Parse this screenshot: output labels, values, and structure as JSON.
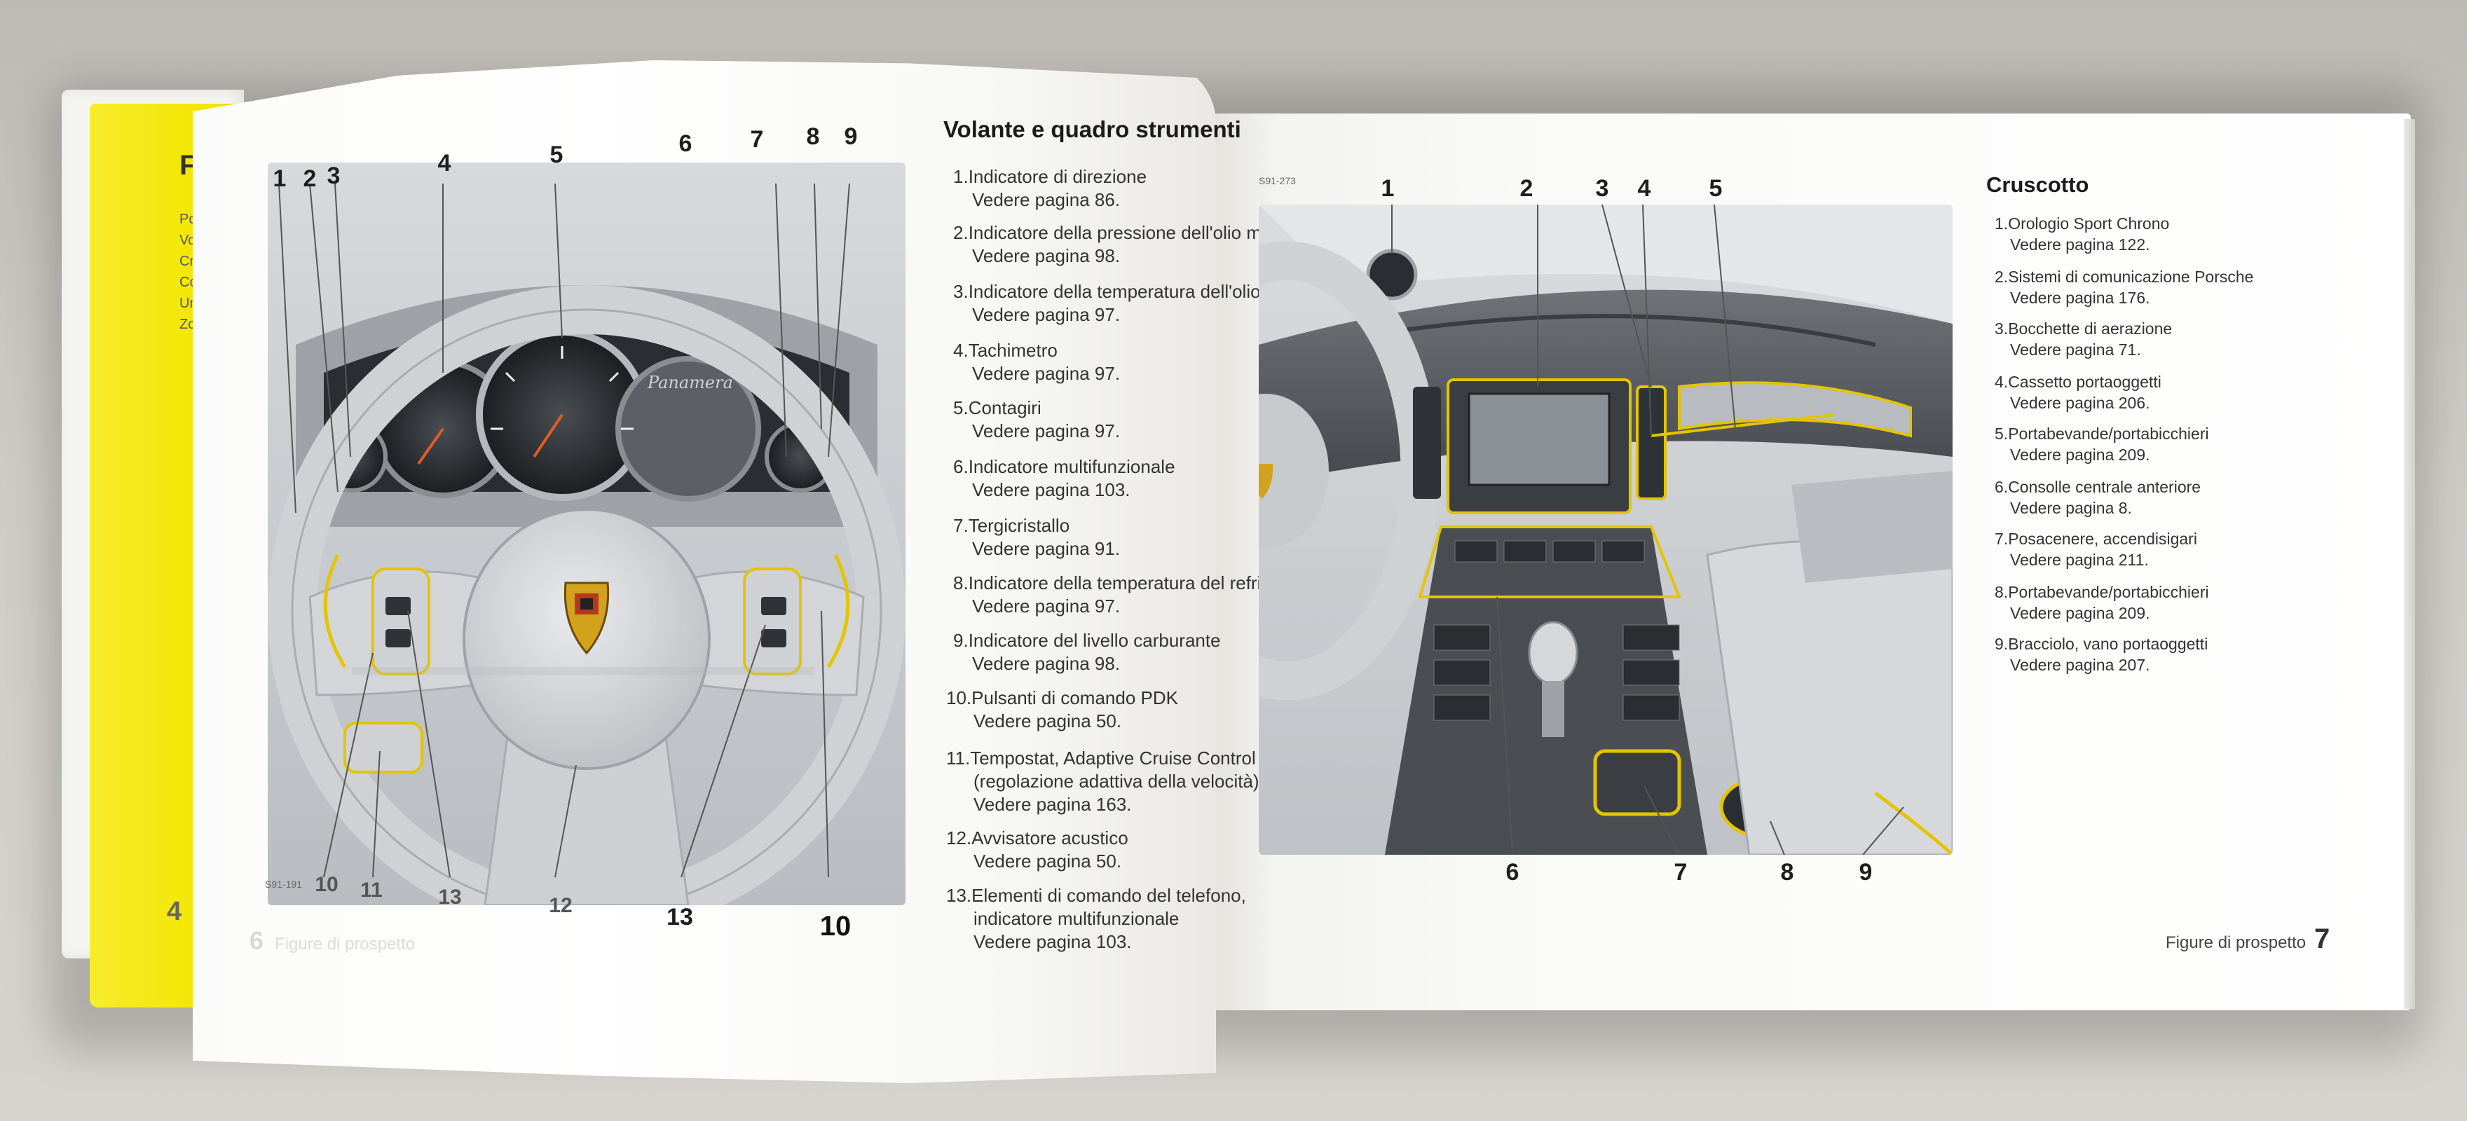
{
  "left_page": {
    "title": "Volante e quadro strumenti",
    "figure_code": "S91-191",
    "callouts_top": [
      "1",
      "2",
      "3",
      "4",
      "5",
      "6",
      "7",
      "8",
      "9"
    ],
    "callouts_bottom": [
      "10",
      "11",
      "13",
      "12",
      "13",
      "10"
    ],
    "gauge_brand": "Panamera",
    "items": [
      {
        "num": "1.",
        "text": "Indicatore di direzione",
        "ref": "Vedere pagina 86."
      },
      {
        "num": "2.",
        "text": "Indicatore della pressione dell'olio mo",
        "ref": "Vedere pagina 98."
      },
      {
        "num": "3.",
        "text": "Indicatore della temperatura dell'olio m",
        "ref": "Vedere pagina 97."
      },
      {
        "num": "4.",
        "text": "Tachimetro",
        "ref": "Vedere pagina 97."
      },
      {
        "num": "5.",
        "text": "Contagiri",
        "ref": "Vedere pagina 97."
      },
      {
        "num": "6.",
        "text": "Indicatore multifunzionale",
        "ref": "Vedere pagina 103."
      },
      {
        "num": "7.",
        "text": "Tergicristallo",
        "ref": "Vedere pagina 91."
      },
      {
        "num": "8.",
        "text": "Indicatore della temperatura del refrige",
        "ref": "Vedere pagina 97."
      },
      {
        "num": "9.",
        "text": "Indicatore del livello carburante",
        "ref": "Vedere pagina 98."
      },
      {
        "num": "10.",
        "text": "Pulsanti di comando PDK",
        "ref": "Vedere pagina 50."
      },
      {
        "num": "11.",
        "text": "Tempostat, Adaptive Cruise Control",
        "ref2": "(regolazione adattiva della velocità)",
        "ref": "Vedere pagina 163."
      },
      {
        "num": "12.",
        "text": "Avvisatore acustico",
        "ref": "Vedere pagina 50."
      },
      {
        "num": "13.",
        "text": "Elementi di comando del telefono,",
        "ref2": "indicatore multifunzionale",
        "ref": "Vedere pagina 103."
      }
    ],
    "page_number": "6",
    "footer_label": "Figure di prospetto"
  },
  "right_page": {
    "title": "Cruscotto",
    "figure_code": "S91-273",
    "callouts_top": [
      "1",
      "2",
      "3",
      "4",
      "5"
    ],
    "callouts_bottom": [
      "6",
      "7",
      "8",
      "9"
    ],
    "items": [
      {
        "num": "1.",
        "text": "Orologio Sport Chrono",
        "ref": "Vedere pagina 122."
      },
      {
        "num": "2.",
        "text": "Sistemi di comunicazione Porsche",
        "ref": "Vedere pagina 176."
      },
      {
        "num": "3.",
        "text": "Bocchette di aerazione",
        "ref": "Vedere pagina 71."
      },
      {
        "num": "4.",
        "text": "Cassetto portaoggetti",
        "ref": "Vedere pagina 206."
      },
      {
        "num": "5.",
        "text": "Portabevande/portabicchieri",
        "ref": "Vedere pagina 209."
      },
      {
        "num": "6.",
        "text": "Consolle centrale anteriore",
        "ref": "Vedere pagina 8."
      },
      {
        "num": "7.",
        "text": "Posacenere, accendisigari",
        "ref": "Vedere pagina 211."
      },
      {
        "num": "8.",
        "text": "Portabevande/portabicchieri",
        "ref": "Vedere pagina 209."
      },
      {
        "num": "9.",
        "text": "Bracciolo, vano portaoggetti",
        "ref": "Vedere pagina 207."
      }
    ],
    "footer_label": "Figure di prospetto",
    "page_number": "7"
  },
  "under_page": {
    "title_fragment": "Fi",
    "lines": [
      "Po",
      "Vol",
      "Cru",
      "Co",
      "Uni",
      "Zon"
    ],
    "page_number": "4"
  },
  "colors": {
    "accent_yellow": "#f3e600",
    "highlight_outline": "#e3c400",
    "text_dark": "#1b1b1b"
  }
}
